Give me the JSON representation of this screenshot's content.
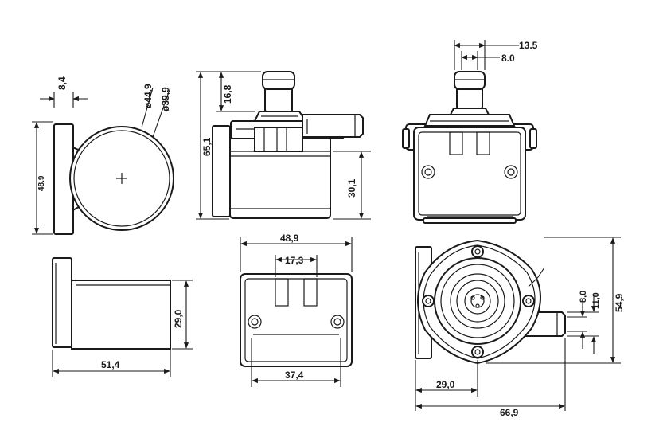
{
  "dimensions": {
    "d_8_4": "8,4",
    "d_phi_44_9": "ø44,9",
    "d_phi_39_9": "ø39,9",
    "d_48_9_side": "48.9",
    "d_16_8": "16,8",
    "d_65_1": "65,1",
    "d_30_1": "30,1",
    "d_13_5": "13.5",
    "d_8_0_top": "8.0",
    "d_48_9": "48,9",
    "d_17_3": "17,3",
    "d_37_4": "37,4",
    "d_29_0_v": "29,0",
    "d_51_4": "51,4",
    "d_54_9": "54,9",
    "d_11_0": "11,0",
    "d_8_0_right": "8,0",
    "d_29_0_h": "29,0",
    "d_66_9": "66,9"
  }
}
